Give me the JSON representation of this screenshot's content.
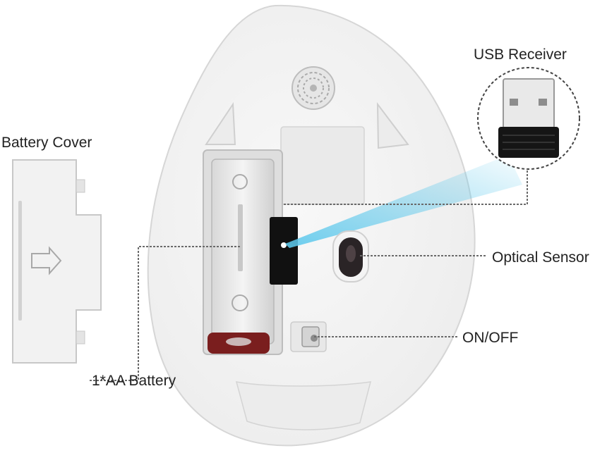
{
  "labels": {
    "usb_receiver": "USB Receiver",
    "battery_cover": "Battery Cover",
    "optical_sensor": "Optical Sensor",
    "on_off": "ON/OFF",
    "aa_battery": "1*AA Battery"
  },
  "colors": {
    "background": "#ffffff",
    "body": "#f1f1f1",
    "leader_line": "#6a6a6a",
    "receiver_slot": "#111111",
    "sensor": "#2a2426",
    "battery_cap": "#7a1e1e",
    "beam": "#5cc8ec"
  },
  "icons": {
    "receiver": "usb-plug-icon",
    "sensor": "optical-lens-icon",
    "switch": "slide-switch-icon"
  }
}
